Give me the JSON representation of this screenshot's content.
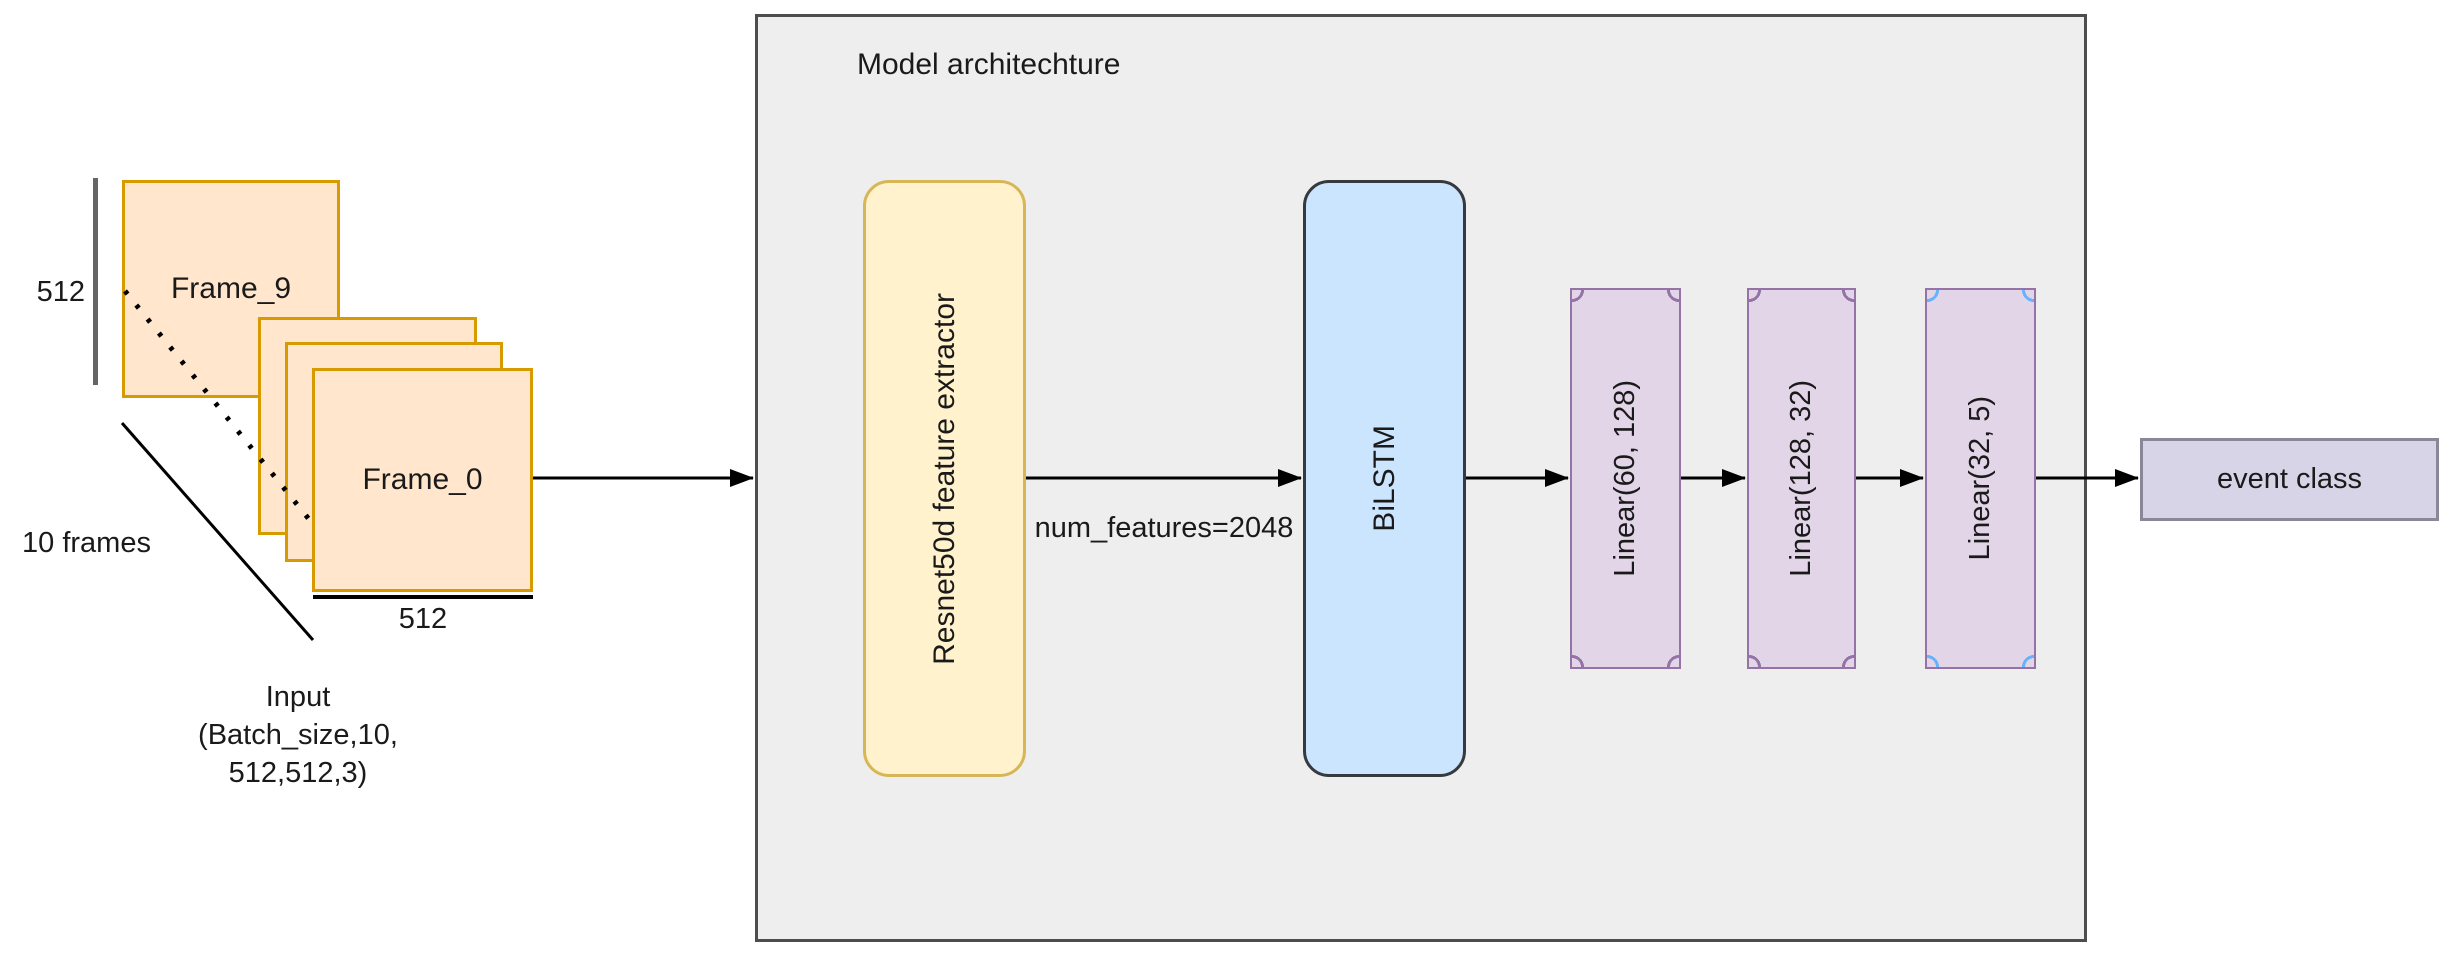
{
  "palette": {
    "text": "#1a1a1a",
    "arrow": "#000000",
    "guide": "#666666",
    "panel-fill": "#eeeeee",
    "panel-stroke": "#4d4d4d",
    "frame-fill": "#ffe6cc",
    "frame-stroke": "#d79b00",
    "resnet-fill": "#fff2cc",
    "resnet-stroke": "#d6b656",
    "bilstm-fill": "#cce5ff",
    "bilstm-stroke": "#36393d",
    "linear-fill": "#e1d5e7",
    "linear-stroke": "#9673a6",
    "output-fill": "#d8d4e7",
    "output-stroke": "#8a8799",
    "selection": "#66b2ff"
  },
  "input_stack": {
    "back_frame_label": "Frame_9",
    "front_frame_label": "Frame_0",
    "side_dim_label": "512",
    "bottom_dim_label": "512",
    "depth_label": "10 frames",
    "caption": {
      "line1": "Input",
      "line2": "(Batch_size,10,",
      "line3": "512,512,3)"
    }
  },
  "panel": {
    "title": "Model architechture"
  },
  "model": {
    "edge_label": "num_features=2048",
    "blocks": [
      {
        "label": "Resnet50d feature extractor"
      },
      {
        "label": "BiLSTM"
      },
      {
        "label": "Linear(60, 128)"
      },
      {
        "label": "Linear(128, 32)"
      },
      {
        "label": "Linear(32, 5)"
      }
    ]
  },
  "output": {
    "label": "event class"
  }
}
